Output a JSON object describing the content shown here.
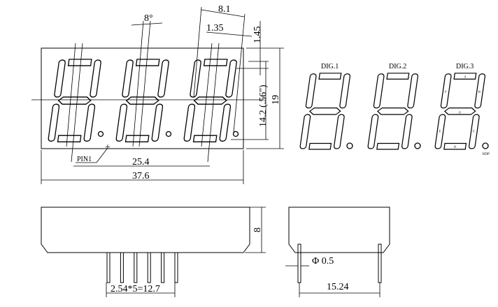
{
  "front_view": {
    "angle": "8°",
    "width_digit": "8.1",
    "stroke_width": "1.35",
    "offset_top": "1.45",
    "digit_height": "14.2 (.56\")",
    "height": "19",
    "pitch": "25.4",
    "length": "37.6",
    "pin1_label": "PIN1"
  },
  "digits": {
    "labels": [
      "DIG.1",
      "DIG.2",
      "DIG.3"
    ],
    "segments": [
      "A",
      "B",
      "C",
      "D",
      "E",
      "F",
      "G"
    ],
    "dp_label": "RDP"
  },
  "side_view": {
    "height": "8",
    "pin_pitch": "2.54*5=12.7",
    "pin_count": 6
  },
  "end_view": {
    "pin_diameter": "Φ 0.5",
    "row_spacing": "15.24"
  }
}
